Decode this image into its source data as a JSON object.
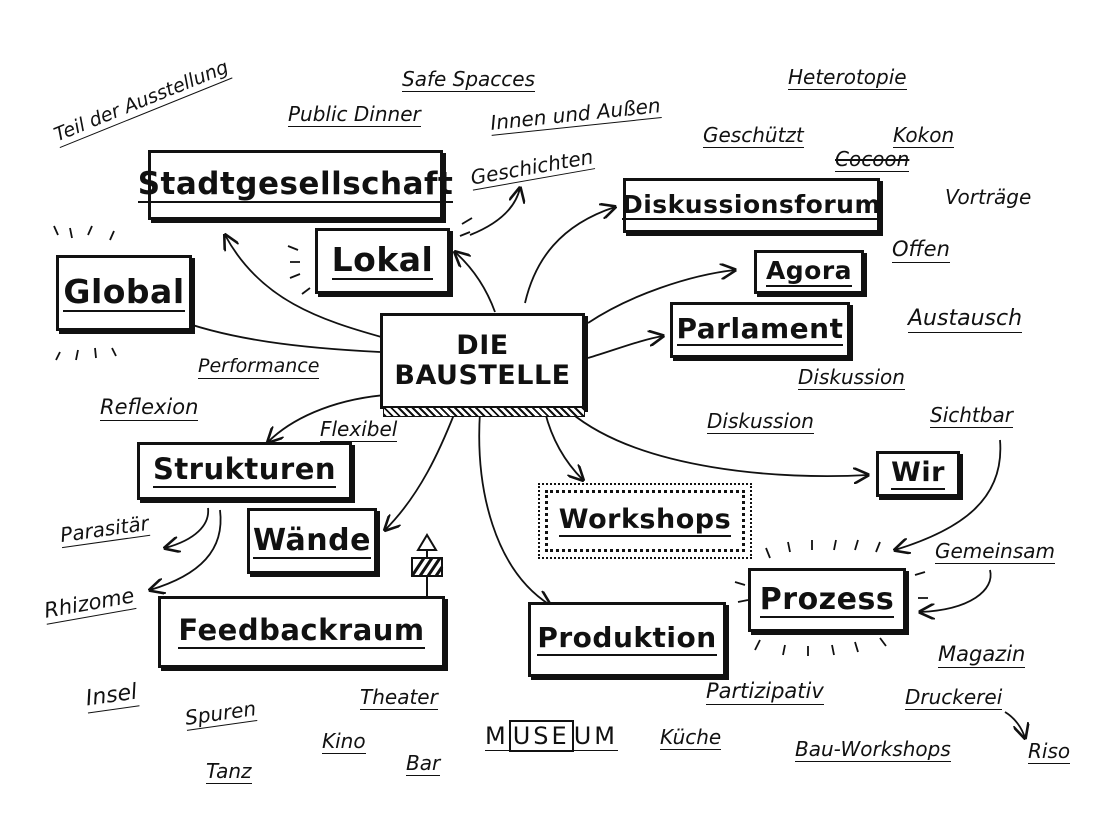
{
  "center": {
    "line1": "DIE",
    "line2": "BAUSTELLE"
  },
  "nodes": {
    "stadtgesellschaft": "Stadtgesellschaft",
    "lokal": "Lokal",
    "global": "Global",
    "diskussionsforum": "Diskussionsforum",
    "agora": "Agora",
    "parlament": "Parlament",
    "strukturen": "Strukturen",
    "waende": "Wände",
    "feedbackraum": "Feedbackraum",
    "workshops": "Workshops",
    "produktion": "Produktion",
    "prozess": "Prozess",
    "wir": "Wir"
  },
  "words": {
    "teil": "Teil der Ausstellung",
    "public_dinner": "Public Dinner",
    "safe_spaces": "Safe Spacces",
    "innen_aussen": "Innen und Außen",
    "geschichten": "Geschichten",
    "heterotopie": "Heterotopie",
    "geschuetzt": "Geschützt",
    "kokon": "Kokon",
    "cocoon": "Cocoon",
    "vortraege": "Vorträge",
    "offen": "Offen",
    "austausch": "Austausch",
    "diskussion1": "Diskussion",
    "diskussion2": "Diskussion",
    "sichtbar": "Sichtbar",
    "performance": "Performance",
    "reflexion": "Reflexion",
    "flexibel": "Flexibel",
    "parasitaer": "Parasitär",
    "rhizome": "Rhizome",
    "gemeinsam": "Gemeinsam",
    "magazin": "Magazin",
    "druckerei": "Druckerei",
    "partizipativ": "Partizipativ",
    "insel": "Insel",
    "spuren": "Spuren",
    "theater": "Theater",
    "kino": "Kino",
    "tanz": "Tanz",
    "bar": "Bar",
    "kueche": "Küche",
    "bau_workshops": "Bau-Workshops",
    "riso": "Riso"
  },
  "museum": {
    "left": "M",
    "mid": "USE",
    "right": "UM"
  }
}
